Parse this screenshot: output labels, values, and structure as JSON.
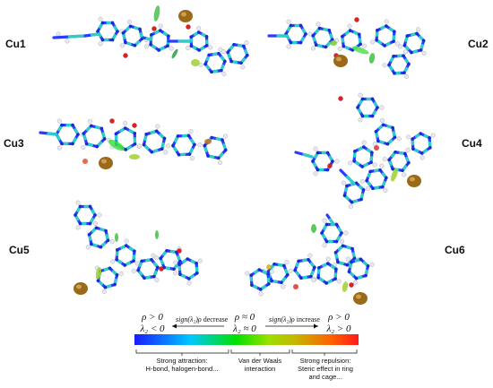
{
  "panels": [
    {
      "id": "cu1",
      "label": "Cu1"
    },
    {
      "id": "cu2",
      "label": "Cu2"
    },
    {
      "id": "cu3",
      "label": "Cu3"
    },
    {
      "id": "cu4",
      "label": "Cu4"
    },
    {
      "id": "cu5",
      "label": "Cu5"
    },
    {
      "id": "cu6",
      "label": "Cu6"
    }
  ],
  "legend": {
    "left_condition": [
      "ρ > 0",
      "λ₂ < 0"
    ],
    "middle_condition": [
      "ρ ≈ 0",
      "λ₂ ≈ 0"
    ],
    "right_condition": [
      "ρ > 0",
      "λ₂ > 0"
    ],
    "left_arrow": {
      "expr": "sign(λ₂)ρ",
      "word": "decrease"
    },
    "right_arrow": {
      "expr": "sign(λ₂)ρ",
      "word": "increase"
    },
    "regions": [
      {
        "text": "Strong attraction:\nH-bond, halogen-bond..."
      },
      {
        "text": "Van der Waals\ninteraction"
      },
      {
        "text": "Strong repulsion:\nSteric effect in ring\nand cage..."
      }
    ],
    "colorbar_colors": [
      "#1a1aff",
      "#00c8ff",
      "#00e000",
      "#9be000",
      "#c8b400",
      "#ff6000",
      "#ff1a1a"
    ]
  }
}
